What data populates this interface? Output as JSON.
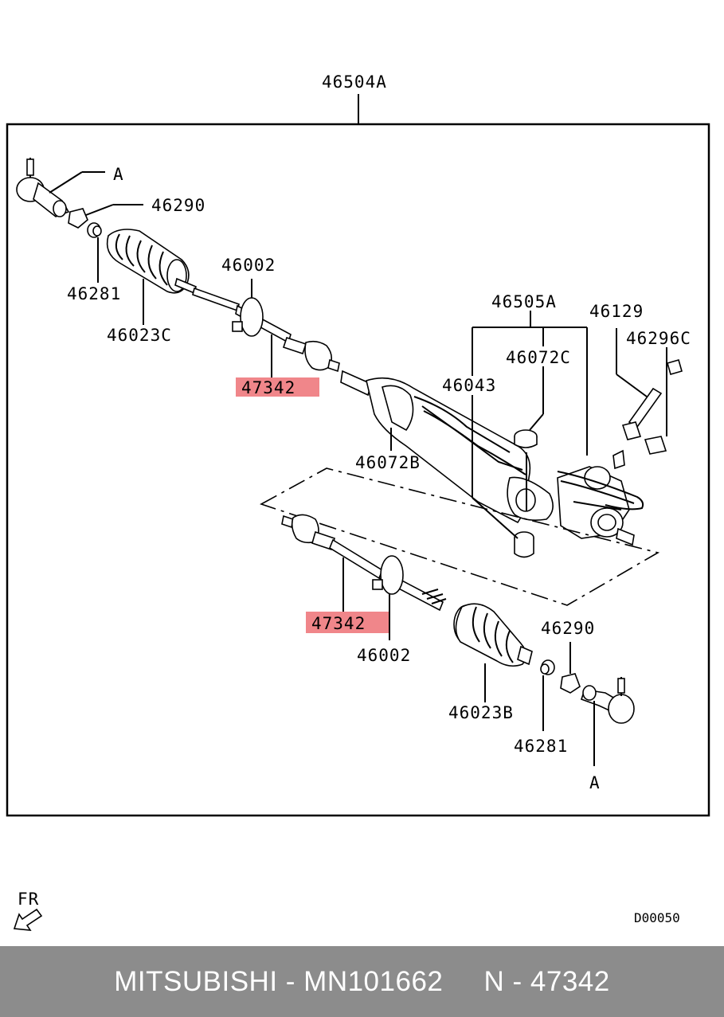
{
  "diagram": {
    "assembly_label": "46504A",
    "labels": {
      "a_top": "A",
      "p46290_top": "46290",
      "p46281_top": "46281",
      "p46023C": "46023C",
      "p46002_top": "46002",
      "p47342_top": "47342",
      "p46505A": "46505A",
      "p46129": "46129",
      "p46296C": "46296C",
      "p46072C": "46072C",
      "p46043": "46043",
      "p46072B": "46072B",
      "p47342_bottom": "47342",
      "p46002_bottom": "46002",
      "p46290_bottom": "46290",
      "p46023B": "46023B",
      "p46281_bottom": "46281",
      "a_bottom": "A"
    },
    "front_indicator": "FR",
    "diagram_code": "D00050",
    "highlight_color": "#f0868a"
  },
  "footer": {
    "text": "MITSUBISHI - MN101662     N - 47342",
    "background": "#8c8c8c"
  }
}
